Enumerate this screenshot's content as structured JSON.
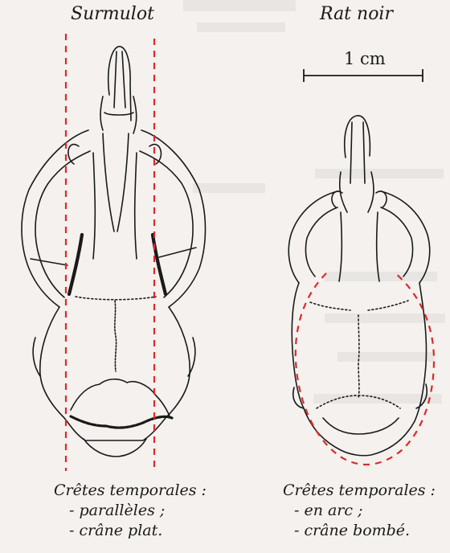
{
  "species": {
    "left": "Surmulot",
    "right": "Rat noir"
  },
  "scale_bar": {
    "label": "1 cm"
  },
  "captions": {
    "left": {
      "heading": "Crêtes temporales :",
      "items": [
        "- parallèles ;",
        "- crâne plat."
      ]
    },
    "right": {
      "heading": "Crêtes temporales :",
      "items": [
        "- en arc ;",
        "- crâne bombé."
      ]
    }
  },
  "colors": {
    "outline": "#1a1a1a",
    "guide": "#d92b2b",
    "paper": "#f4f1ee"
  }
}
